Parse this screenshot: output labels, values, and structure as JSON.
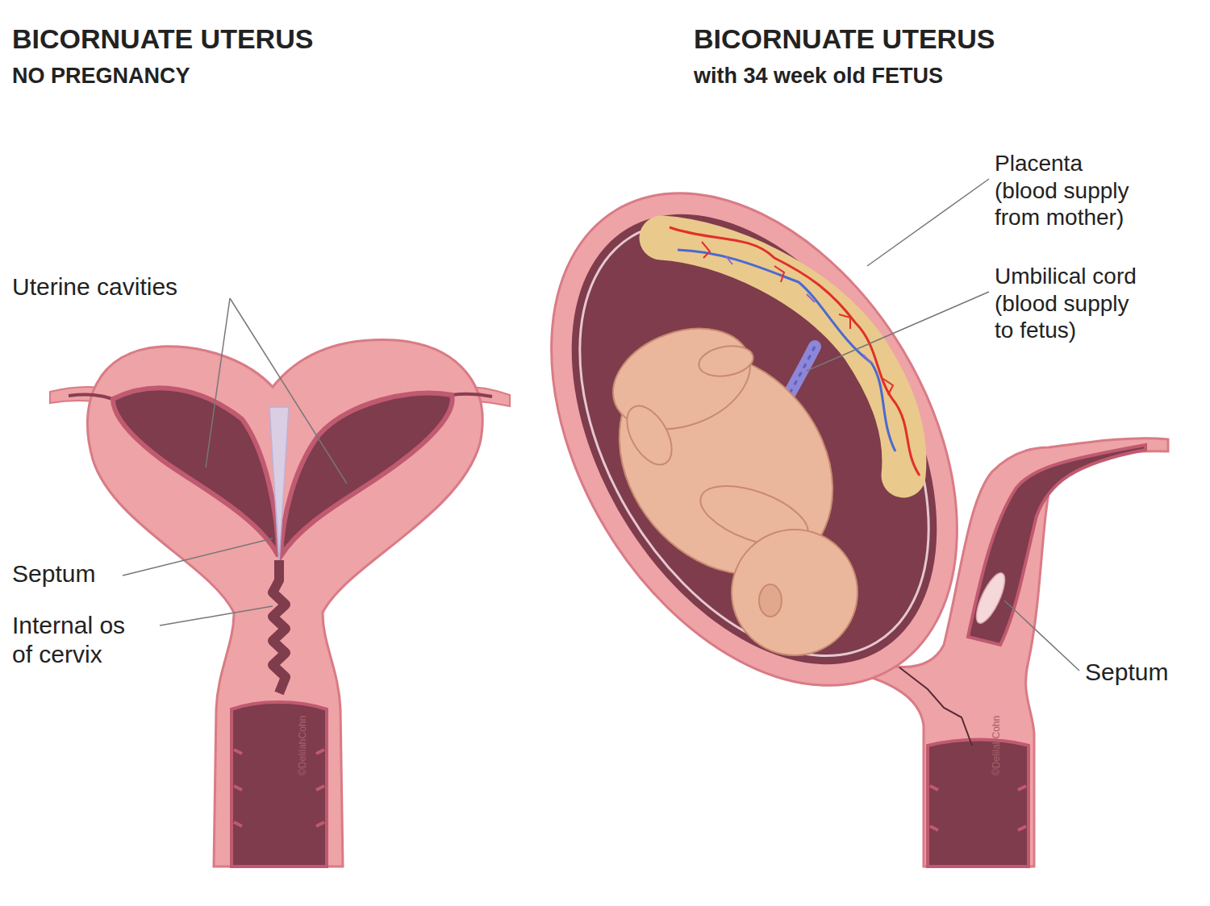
{
  "diagram": {
    "labels": [
      "BICORNUATE UTERUS",
      "NO PREGNANCY",
      "BICORNUATE UTERUS",
      "with 34 week old FETUS",
      "Uterine cavities",
      "Septum",
      "Internal os of cervix",
      "Placenta (blood supply from mother)",
      "Umbilical cord (blood supply to fetus)",
      "Septum",
      "©DelilahCohn",
      "©DelilahCohn"
    ]
  }
}
